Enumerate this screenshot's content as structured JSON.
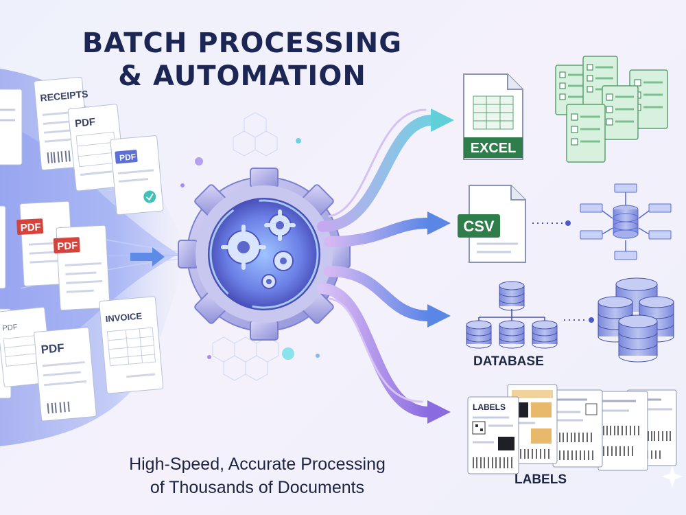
{
  "title": {
    "line1": "BATCH PROCESSING",
    "line2": "& AUTOMATION"
  },
  "subtitle": {
    "line1": "High-Speed, Accurate Processing",
    "line2": "of Thousands of Documents"
  },
  "input_docs": {
    "receipts": "RECEIPTS",
    "pdf": "PDF",
    "invoice": "INVOICE"
  },
  "outputs": {
    "excel": "EXCEL",
    "csv": "CSV",
    "database": "DATABASE",
    "labels": "LABELS"
  },
  "label_sheet_heading": "LABELS",
  "colors": {
    "navy": "#1c2654",
    "excel_green": "#2e7d4a",
    "pdf_red": "#d4443c",
    "accent_blue": "#5b8de8",
    "accent_purple": "#8a6fe0"
  }
}
